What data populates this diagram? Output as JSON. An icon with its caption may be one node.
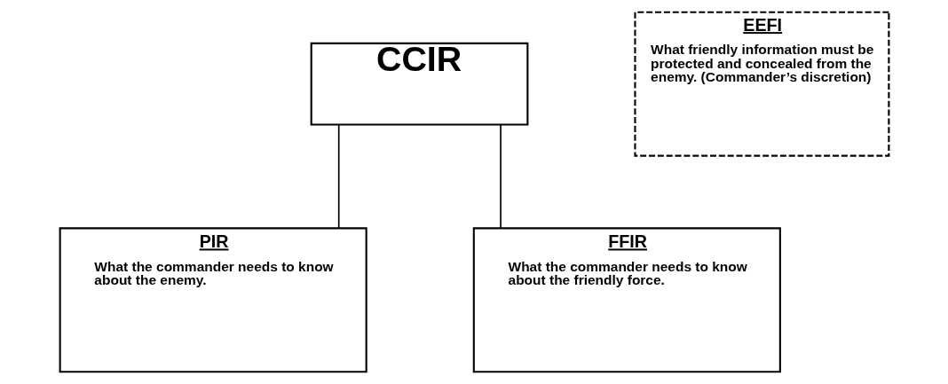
{
  "diagram": {
    "nodes": [
      {
        "text": [
          "CCIR"
        ]
      },
      {
        "text": [
          "EEFI",
          "What friendly information must be protected and concealed from the enemy. (Commander’s discretion)"
        ]
      },
      {
        "text": [
          "PIR",
          "What the commander needs to know about the enemy."
        ]
      },
      {
        "text": [
          "FFIR",
          "What the commander needs to know about the friendly force."
        ]
      }
    ],
    "edges": [
      {
        "from": 0,
        "to": 2,
        "arrow": "none"
      },
      {
        "from": 0,
        "to": 3,
        "arrow": "none"
      }
    ]
  }
}
